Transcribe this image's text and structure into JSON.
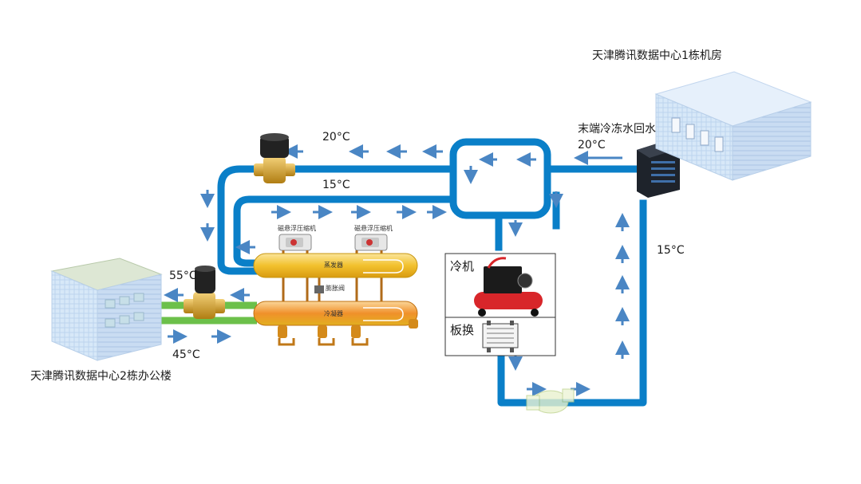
{
  "labels": {
    "building1": "天津腾讯数据中心1栋机房",
    "building2": "天津腾讯数据中心2栋办公楼",
    "return_water": "末端冷冻水回水",
    "return_temp": "20°C",
    "top_temp_20": "20°C",
    "top_temp_15": "15°C",
    "right_temp_15": "15°C",
    "hot_55": "55°C",
    "hot_45": "45°C",
    "compressor_1": "磁悬浮压缩机",
    "compressor_2": "磁悬浮压缩机",
    "evaporator": "蒸发器",
    "condenser": "冷凝器",
    "expansion_valve": "膨胀阀",
    "chiller": "冷机",
    "plate_exchanger": "板换"
  },
  "colors": {
    "pipe_blue": "#0a7fc8",
    "pipe_green": "#6cc04a",
    "arrow_blue": "#4a86c4",
    "evaporator_yellow": "#f2c12e",
    "condenser_orange": "#f0902a",
    "building_blue": "#cfe3f7"
  },
  "icons": {
    "valve": "solenoid-valve-icon",
    "pump": "pump-icon",
    "rack": "server-rack-icon",
    "compressor": "air-compressor-icon",
    "plate": "plate-heat-exchanger-icon"
  }
}
